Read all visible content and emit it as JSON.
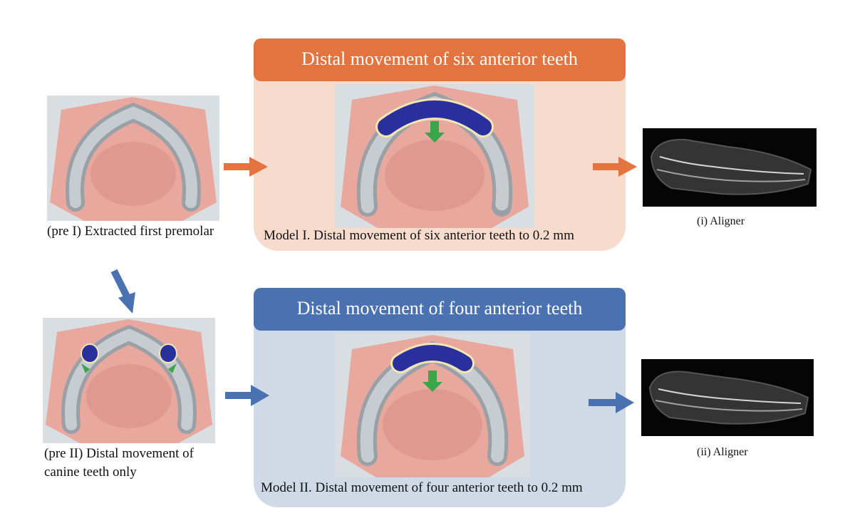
{
  "top_panel": {
    "header": "Distal movement of six anterior teeth",
    "caption": "Model I. Distal movement of six anterior teeth to 0.2 mm",
    "color": "#e3733f",
    "background": "#f7dccd"
  },
  "bottom_panel": {
    "header": "Distal movement of four anterior teeth",
    "caption": "Model II. Distal movement of four anterior teeth to 0.2 mm",
    "color": "#4b72b0",
    "background": "#cfdae6"
  },
  "pre1": {
    "caption": "(pre I) Extracted first premolar"
  },
  "pre2": {
    "caption_line1": "(pre II) Distal movement of",
    "caption_line2": "canine teeth only"
  },
  "aligner1": {
    "caption": "(i) Aligner"
  },
  "aligner2": {
    "caption": "(ii) Aligner"
  },
  "colors": {
    "highlight_teeth": "#2a2f9e",
    "movement_arrow": "#3aa64a",
    "gum": "#e8a89e"
  }
}
